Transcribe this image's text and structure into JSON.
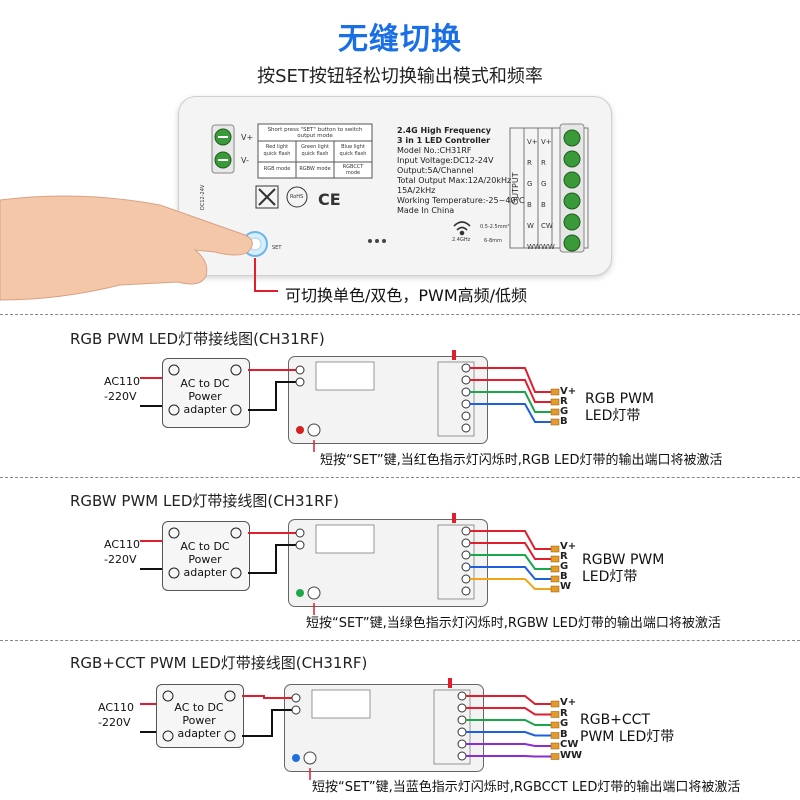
{
  "header": {
    "title": "无缝切换",
    "subtitle": "按SET按钮轻松切换输出模式和频率"
  },
  "controller": {
    "mode_table": {
      "header": "Short press \"SET\" button to switch output mode",
      "cells": [
        "Red light quick flash",
        "Green light quick flash",
        "Blue light quick flash",
        "RGB mode",
        "RGBW mode",
        "RGBCCT mode"
      ]
    },
    "info_lines": [
      "2.4G High Frequency",
      "3 in 1 LED Controller",
      "Model No.:CH31RF",
      "Input Voltage:DC12-24V",
      "Output:5A/Channel",
      "Total Output Max:12A/20kHz",
      "15A/2kHz",
      "Working Temperature:-25~40℃",
      "Made In China"
    ],
    "input_terminals": [
      "V+",
      "V-"
    ],
    "output_label": "OUTPUT",
    "output_terminals_a": [
      "V+",
      "R",
      "G",
      "B",
      "W",
      "WW"
    ],
    "output_terminals_b": [
      "V+",
      "R",
      "G",
      "B",
      "CW",
      "WW"
    ],
    "wifi_label": "2.4GHz",
    "wire_spec": [
      "0.5-2.5mm²",
      "6-8mm"
    ],
    "set_label": "SET",
    "dc_mark": "DC12-24V",
    "cert_marks": [
      "CE",
      "RoHS"
    ]
  },
  "note_main": "可切换单色/双色，PWM高频/低频",
  "sections": [
    {
      "title": "RGB PWM LED灯带接线图(CH31RF)",
      "ac": [
        "AC110",
        "-220V"
      ],
      "adapter": [
        "AC to DC",
        "Power adapter"
      ],
      "strip": [
        "RGB PWM",
        "LED灯带"
      ],
      "pins": [
        "V+",
        "R",
        "G",
        "B"
      ],
      "note": "短按“SET”键,当红色指示灯闪烁时,RGB LED灯带的输出端口将被激活",
      "led_color": "#d61f1f"
    },
    {
      "title": "RGBW PWM LED灯带接线图(CH31RF)",
      "ac": [
        "AC110",
        "-220V"
      ],
      "adapter": [
        "AC to DC",
        "Power adapter"
      ],
      "strip": [
        "RGBW PWM",
        "LED灯带"
      ],
      "pins": [
        "V+",
        "R",
        "G",
        "B",
        "W"
      ],
      "note": "短按“SET”键,当绿色指示灯闪烁时,RGBW LED灯带的输出端口将被激活",
      "led_color": "#1fa84a"
    },
    {
      "title": "RGB+CCT PWM LED灯带接线图(CH31RF)",
      "ac": [
        "AC110",
        "-220V"
      ],
      "adapter": [
        "AC to DC",
        "Power adapter"
      ],
      "strip": [
        "RGB+CCT",
        "PWM LED灯带"
      ],
      "pins": [
        "V+",
        "R",
        "G",
        "B",
        "CW",
        "WW"
      ],
      "note": "短按“SET”键,当蓝色指示灯闪烁时,RGBCCT LED灯带的输出端口将被激活",
      "led_color": "#1e6fe0"
    }
  ],
  "colors": {
    "title_blue": "#1a6fe6",
    "wire_red": "#e01e2e",
    "wire_black": "#111111",
    "wire_green": "#1aa64a",
    "wire_blue": "#1e5fe0",
    "wire_yellow": "#f2a516",
    "wire_purple": "#8a2bd8",
    "wire_gray": "#999999"
  }
}
